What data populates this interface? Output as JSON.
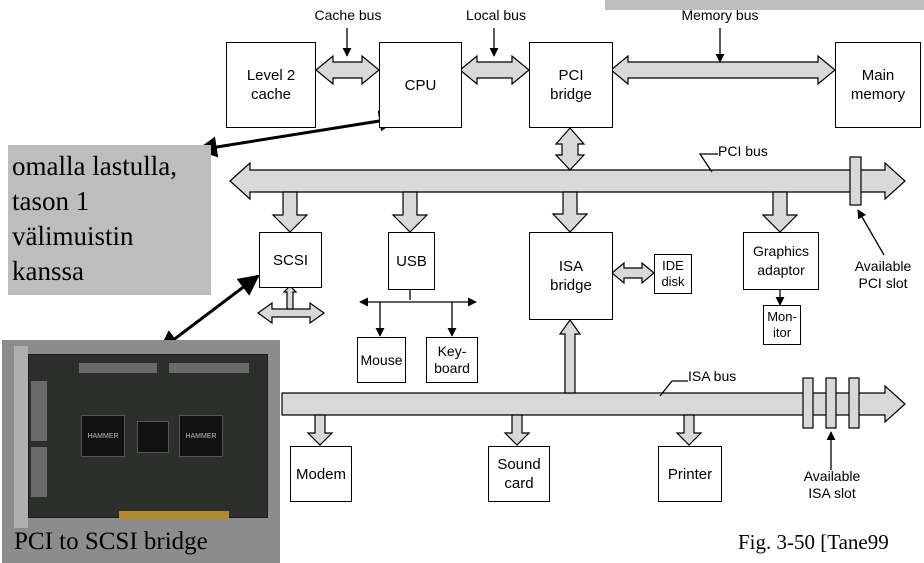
{
  "buses": {
    "cache_bus": "Cache bus",
    "local_bus": "Local bus",
    "memory_bus": "Memory bus",
    "pci_bus": "PCI bus",
    "isa_bus": "ISA bus"
  },
  "components": {
    "level2_cache": "Level 2\ncache",
    "cpu": "CPU",
    "pci_bridge": "PCI\nbridge",
    "main_memory": "Main\nmemory",
    "scsi": "SCSI",
    "usb": "USB",
    "isa_bridge": "ISA\nbridge",
    "ide_disk": "IDE\ndisk",
    "graphics_adaptor": "Graphics\nadaptor",
    "monitor": "Mon-\nitor",
    "mouse": "Mouse",
    "keyboard": "Key-\nboard",
    "modem": "Modem",
    "sound_card": "Sound\ncard",
    "printer": "Printer"
  },
  "slots": {
    "pci_slot": "Available\nPCI slot",
    "isa_slot": "Available\nISA slot"
  },
  "annotations": {
    "cpu_note": "omalla lastulla,\ntason 1\nvälimuistin\nkanssa",
    "photo_caption": "PCI to SCSI bridge",
    "figure_ref": "Fig. 3-50 [Tane99"
  },
  "photo_chips": [
    "HAMMER",
    "HAMMER"
  ],
  "colors": {
    "annotation_bg": "#bdbdbd",
    "arrow_fill": "#d9d9d9",
    "line": "#000000",
    "photo_bg": "#8c8c8c"
  }
}
